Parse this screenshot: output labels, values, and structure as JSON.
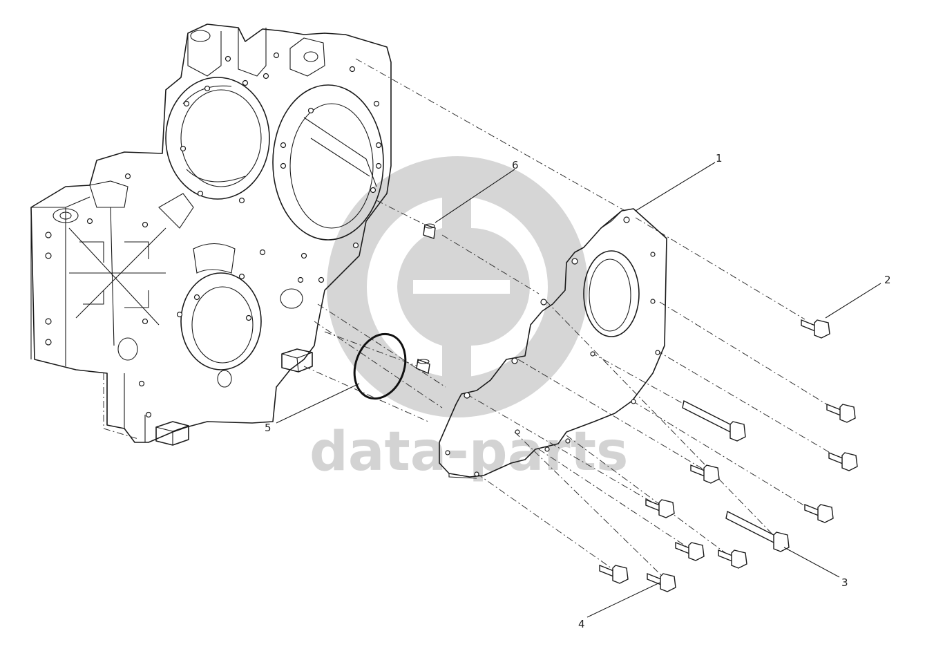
{
  "watermark": {
    "text": "data-parts",
    "logo": "dp-logo-mark",
    "color": "#d3d3d3"
  },
  "callouts": [
    {
      "id": "1",
      "label": "1"
    },
    {
      "id": "2",
      "label": "2"
    },
    {
      "id": "3",
      "label": "3"
    },
    {
      "id": "4",
      "label": "4"
    },
    {
      "id": "5",
      "label": "5"
    },
    {
      "id": "6",
      "label": "6"
    }
  ]
}
